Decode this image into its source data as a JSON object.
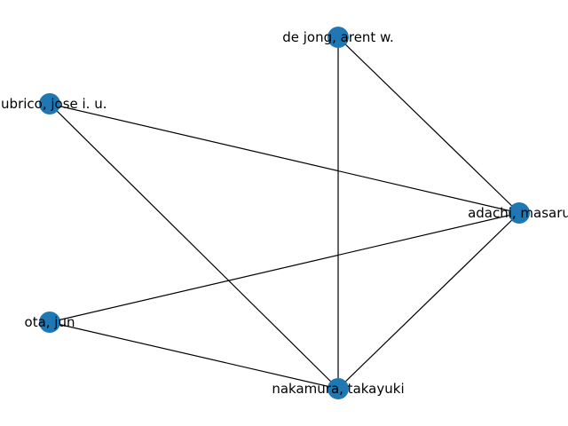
{
  "graph": {
    "node_color": "#1f77b4",
    "edge_color": "#000000",
    "nodes": [
      {
        "id": "dejong",
        "label": "de jong, arent w."
      },
      {
        "id": "dubrico",
        "label": "dubrico, jose i. u."
      },
      {
        "id": "adachi",
        "label": "adachi, masaru"
      },
      {
        "id": "ota",
        "label": "ota, jun"
      },
      {
        "id": "nakamura",
        "label": "nakamura, takayuki"
      }
    ],
    "edges": [
      [
        "dejong",
        "adachi"
      ],
      [
        "dejong",
        "nakamura"
      ],
      [
        "dubrico",
        "adachi"
      ],
      [
        "dubrico",
        "nakamura"
      ],
      [
        "ota",
        "adachi"
      ],
      [
        "ota",
        "nakamura"
      ],
      [
        "adachi",
        "nakamura"
      ]
    ]
  }
}
